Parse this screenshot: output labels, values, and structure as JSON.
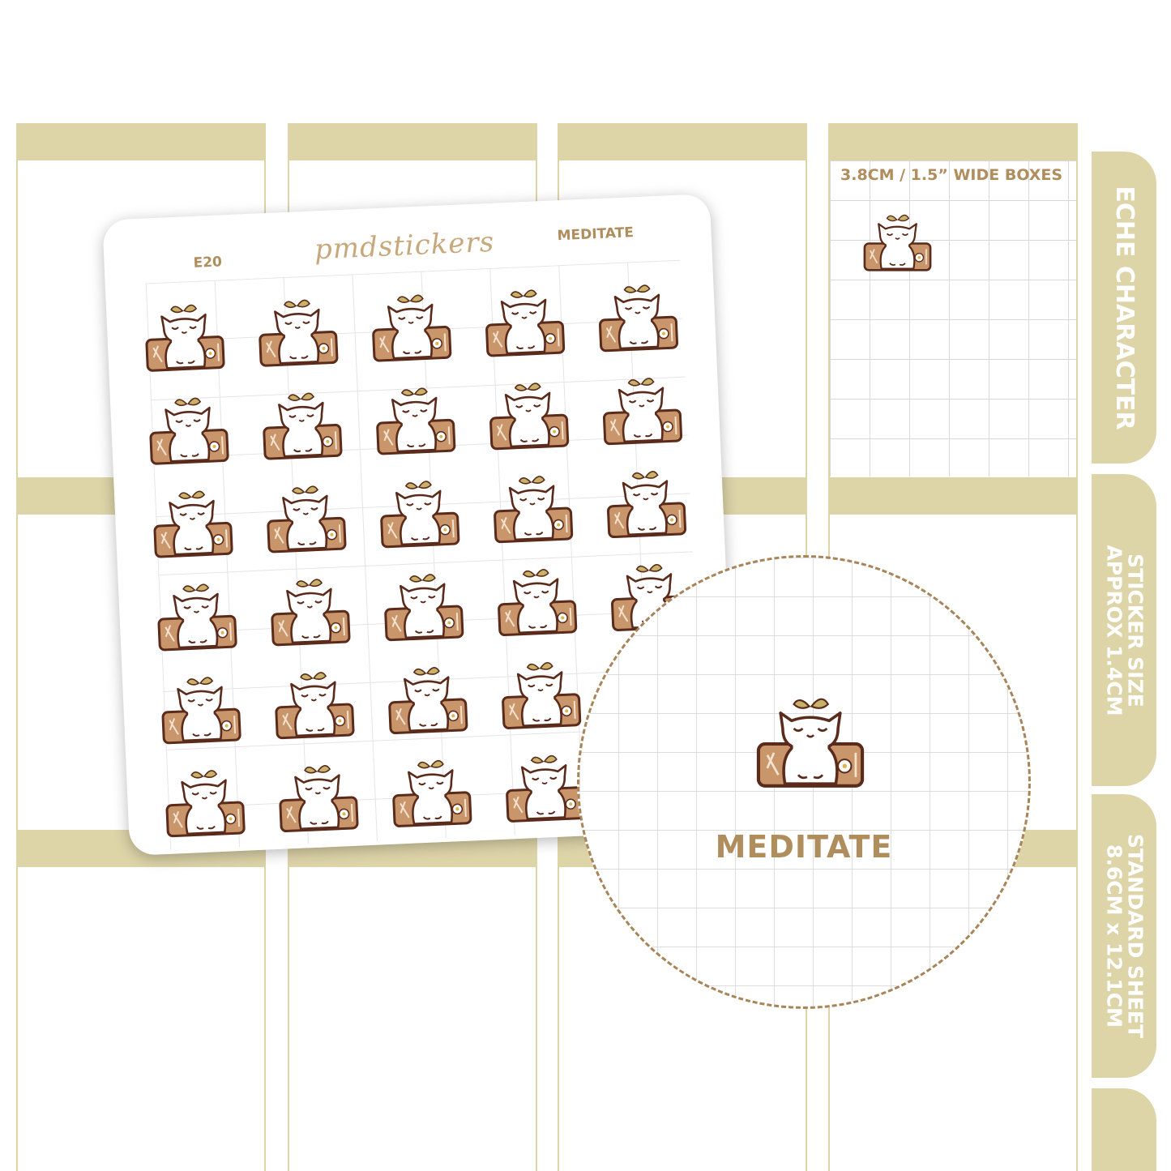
{
  "planner": {
    "wide_boxes_label": "3.8CM / 1.5” WIDE BOXES"
  },
  "tabs": [
    {
      "text": "ECHE CHARACTER"
    },
    {
      "text": "STICKER SIZE\nAPPROX 1.4CM"
    },
    {
      "text": "STANDARD SHEET\n8.6CM x 12.1CM"
    },
    {
      "text": ""
    }
  ],
  "sheet": {
    "code": "E20",
    "brand": "pmdstickers",
    "title": "MEDITATE"
  },
  "zoom": {
    "label": "MEDITATE"
  },
  "sticker": {
    "icon": "cat-meditating-on-mat-icon",
    "rows": 6,
    "cols": 5
  },
  "colors": {
    "band": "#ddd4a8",
    "accent_text": "#b08d5d",
    "mat": "#c9956a",
    "outline": "#5a2a1a"
  }
}
